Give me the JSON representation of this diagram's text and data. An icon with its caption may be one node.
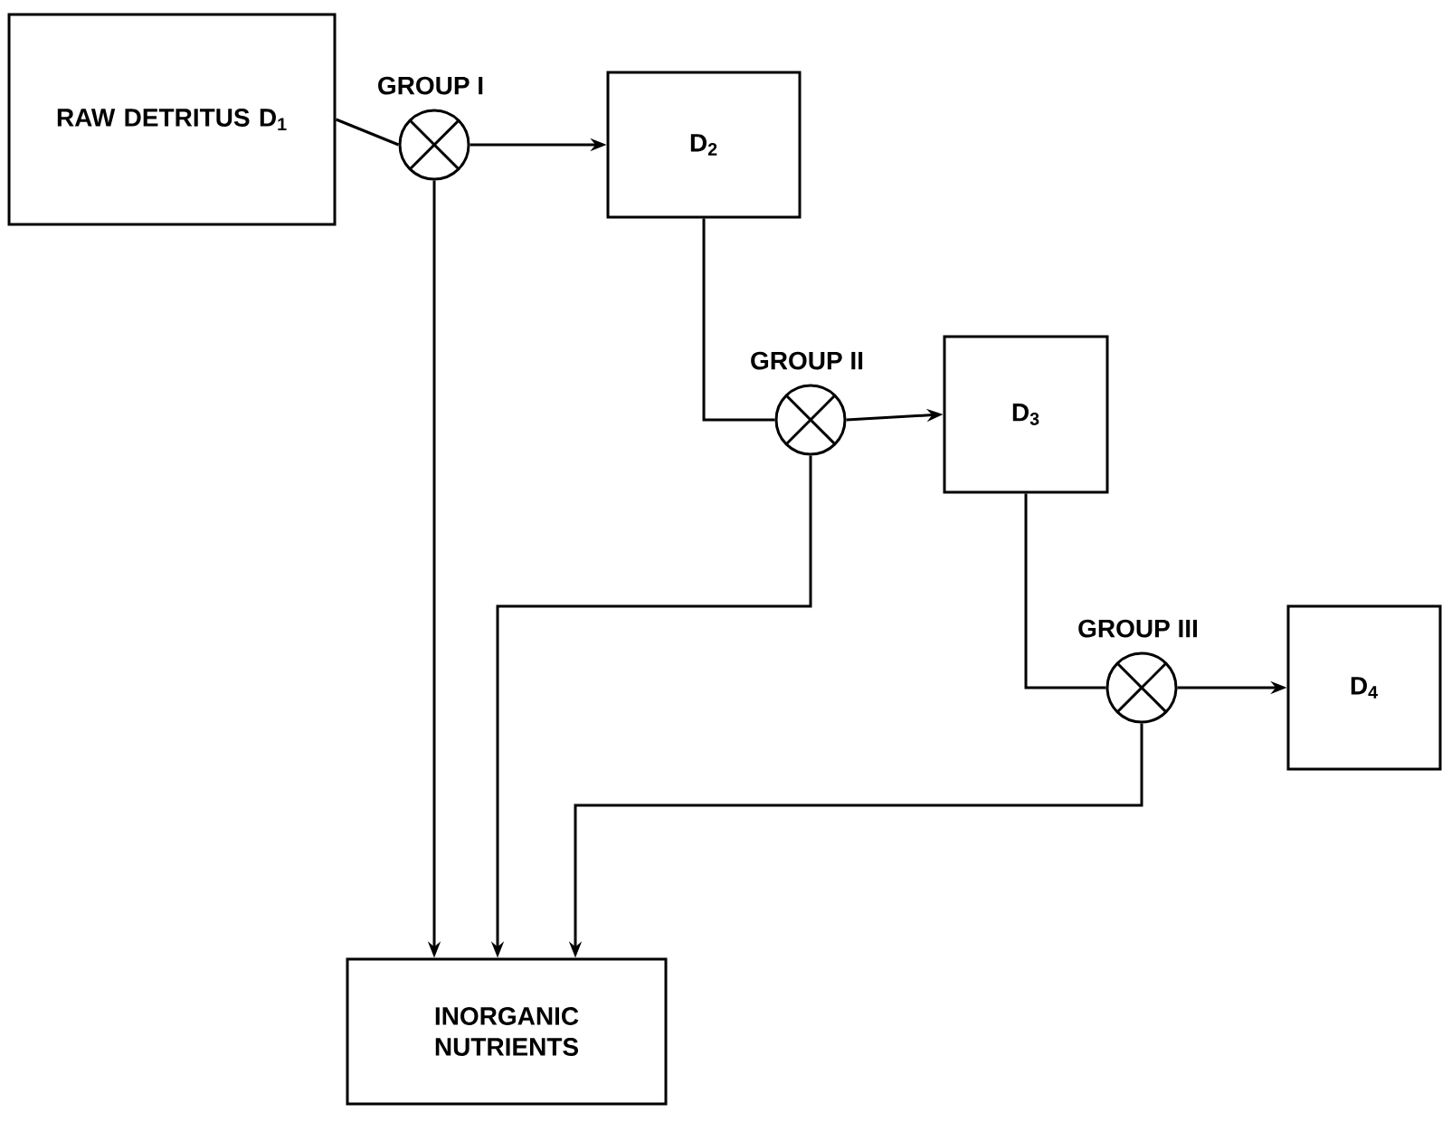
{
  "diagram": {
    "nodes": [
      {
        "text": [
          "RAW DETRITUS D$_{1}$"
        ]
      },
      {
        "text": [],
        "shape": "circle",
        "beside": [
          "GROUP I"
        ]
      },
      {
        "text": [
          "D$_{2}$"
        ]
      },
      {
        "text": [],
        "shape": "circle",
        "beside": [
          "GROUP II"
        ]
      },
      {
        "text": [
          "D$_{3}$"
        ]
      },
      {
        "text": [],
        "shape": "circle",
        "beside": [
          "GROUP III"
        ]
      },
      {
        "text": [
          "D$_{4}$"
        ]
      },
      {
        "text": [
          "INORGANIC NUTRIENTS"
        ]
      }
    ],
    "edges": [
      {
        "from": 0,
        "to": 1,
        "arrow": "none"
      },
      {
        "from": 1,
        "to": 2,
        "arrow": "to"
      },
      {
        "from": 2,
        "to": 3,
        "arrow": "none"
      },
      {
        "from": 3,
        "to": 4,
        "arrow": "to"
      },
      {
        "from": 4,
        "to": 5,
        "arrow": "none"
      },
      {
        "from": 5,
        "to": 6,
        "arrow": "to"
      },
      {
        "from": 1,
        "to": 7,
        "arrow": "to"
      },
      {
        "from": 3,
        "to": 7,
        "arrow": "to"
      },
      {
        "from": 5,
        "to": 7,
        "arrow": "to"
      }
    ]
  }
}
